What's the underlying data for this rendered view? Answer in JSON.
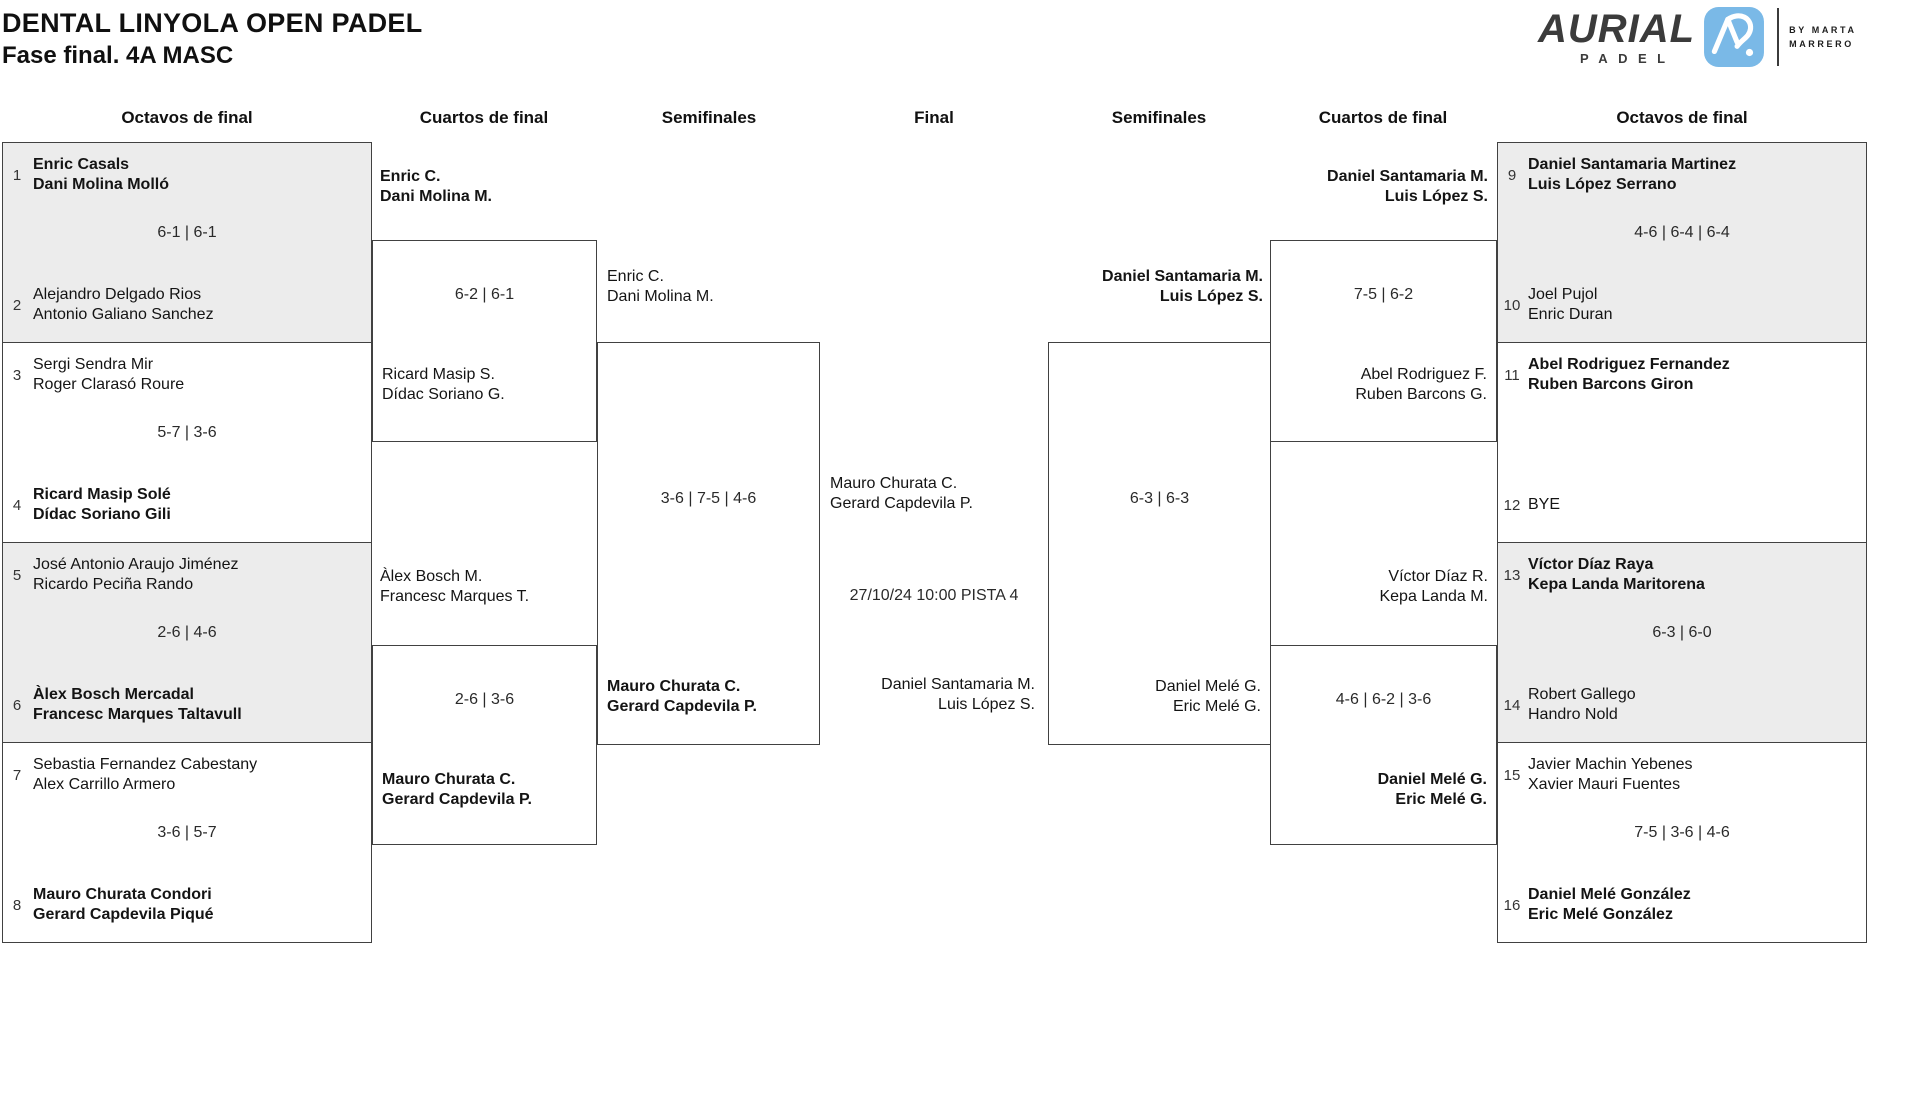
{
  "header": {
    "title": "DENTAL LINYOLA OPEN PADEL",
    "subtitle": "Fase final. 4A MASC"
  },
  "logo": {
    "brand": "AURIAL",
    "brand_sub": "PADEL",
    "byline_line1": "BY MARTA",
    "byline_line2": "MARRERO",
    "icon_color": "#7ab9e7"
  },
  "rounds": {
    "r16_left": "Octavos de final",
    "qf_left": "Cuartos de final",
    "sf_left": "Semifinales",
    "final": "Final",
    "sf_right": "Semifinales",
    "qf_right": "Cuartos de final",
    "r16_right": "Octavos de final"
  },
  "bracket": {
    "r16_left": [
      {
        "seed_a": "1",
        "team_a": [
          "Enric Casals",
          "Dani Molina Molló"
        ],
        "winner": "a",
        "score": "6-1 | 6-1",
        "seed_b": "2",
        "team_b": [
          "Alejandro Delgado Rios",
          "Antonio Galiano Sanchez"
        ]
      },
      {
        "seed_a": "3",
        "team_a": [
          "Sergi Sendra Mir",
          "Roger Clarasó Roure"
        ],
        "winner": "b",
        "score": "5-7 | 3-6",
        "seed_b": "4",
        "team_b": [
          "Ricard Masip Solé",
          "Dídac Soriano Gili"
        ]
      },
      {
        "seed_a": "5",
        "team_a": [
          "José Antonio Araujo Jiménez",
          "Ricardo Peciña Rando"
        ],
        "winner": "b",
        "score": "2-6 | 4-6",
        "seed_b": "6",
        "team_b": [
          "Àlex Bosch Mercadal",
          "Francesc Marques Taltavull"
        ]
      },
      {
        "seed_a": "7",
        "team_a": [
          "Sebastia Fernandez Cabestany",
          "Alex Carrillo Armero"
        ],
        "winner": "b",
        "score": "3-6 | 5-7",
        "seed_b": "8",
        "team_b": [
          "Mauro Churata Condori",
          "Gerard Capdevila Piqué"
        ]
      }
    ],
    "qf_left": [
      {
        "team_a": [
          "Enric C.",
          "Dani Molina M."
        ],
        "winner": "a",
        "score": "6-2 | 6-1",
        "team_b": [
          "Ricard Masip S.",
          "Dídac Soriano G."
        ]
      },
      {
        "team_a": [
          "Àlex Bosch M.",
          "Francesc Marques T."
        ],
        "winner": "b",
        "score": "2-6 | 3-6",
        "team_b": [
          "Mauro Churata C.",
          "Gerard Capdevila P."
        ]
      }
    ],
    "sf_left": {
      "team_a": [
        "Enric C.",
        "Dani Molina M."
      ],
      "winner": "b",
      "score": "3-6 | 7-5 | 4-6",
      "team_b": [
        "Mauro Churata C.",
        "Gerard Capdevila P."
      ]
    },
    "final": {
      "team_a": [
        "Mauro Churata C.",
        "Gerard Capdevila P."
      ],
      "schedule": "27/10/24 10:00 PISTA 4",
      "team_b": [
        "Daniel Santamaria M.",
        "Luis López S."
      ]
    },
    "sf_right": {
      "team_a": [
        "Daniel Santamaria M.",
        "Luis López S."
      ],
      "winner": "a",
      "score": "6-3 | 6-3",
      "team_b": [
        "Daniel Melé G.",
        "Eric Melé G."
      ]
    },
    "qf_right": [
      {
        "team_a": [
          "Daniel Santamaria M.",
          "Luis López S."
        ],
        "winner": "a",
        "score": "7-5 | 6-2",
        "team_b": [
          "Abel Rodriguez F.",
          "Ruben Barcons G."
        ]
      },
      {
        "team_a": [
          "Víctor Díaz R.",
          "Kepa Landa M."
        ],
        "winner": "b",
        "score": "4-6 | 6-2 | 3-6",
        "team_b": [
          "Daniel Melé G.",
          "Eric Melé G."
        ]
      }
    ],
    "r16_right": [
      {
        "seed_a": "9",
        "team_a": [
          "Daniel Santamaria Martinez",
          "Luis López Serrano"
        ],
        "winner": "a",
        "score": "4-6 | 6-4 | 6-4",
        "seed_b": "10",
        "team_b": [
          "Joel Pujol",
          "Enric Duran"
        ]
      },
      {
        "seed_a": "11",
        "team_a": [
          "Abel Rodriguez Fernandez",
          "Ruben Barcons Giron"
        ],
        "winner": "a",
        "score": "",
        "seed_b": "12",
        "team_b": [
          "BYE"
        ]
      },
      {
        "seed_a": "13",
        "team_a": [
          "Víctor Díaz Raya",
          "Kepa Landa Maritorena"
        ],
        "winner": "a",
        "score": "6-3 | 6-0",
        "seed_b": "14",
        "team_b": [
          "Robert Gallego",
          "Handro Nold"
        ]
      },
      {
        "seed_a": "15",
        "team_a": [
          "Javier Machin Yebenes",
          "Xavier Mauri Fuentes"
        ],
        "winner": "b",
        "score": "7-5 | 3-6 | 4-6",
        "seed_b": "16",
        "team_b": [
          "Daniel Melé González",
          "Eric Melé González"
        ]
      }
    ]
  }
}
